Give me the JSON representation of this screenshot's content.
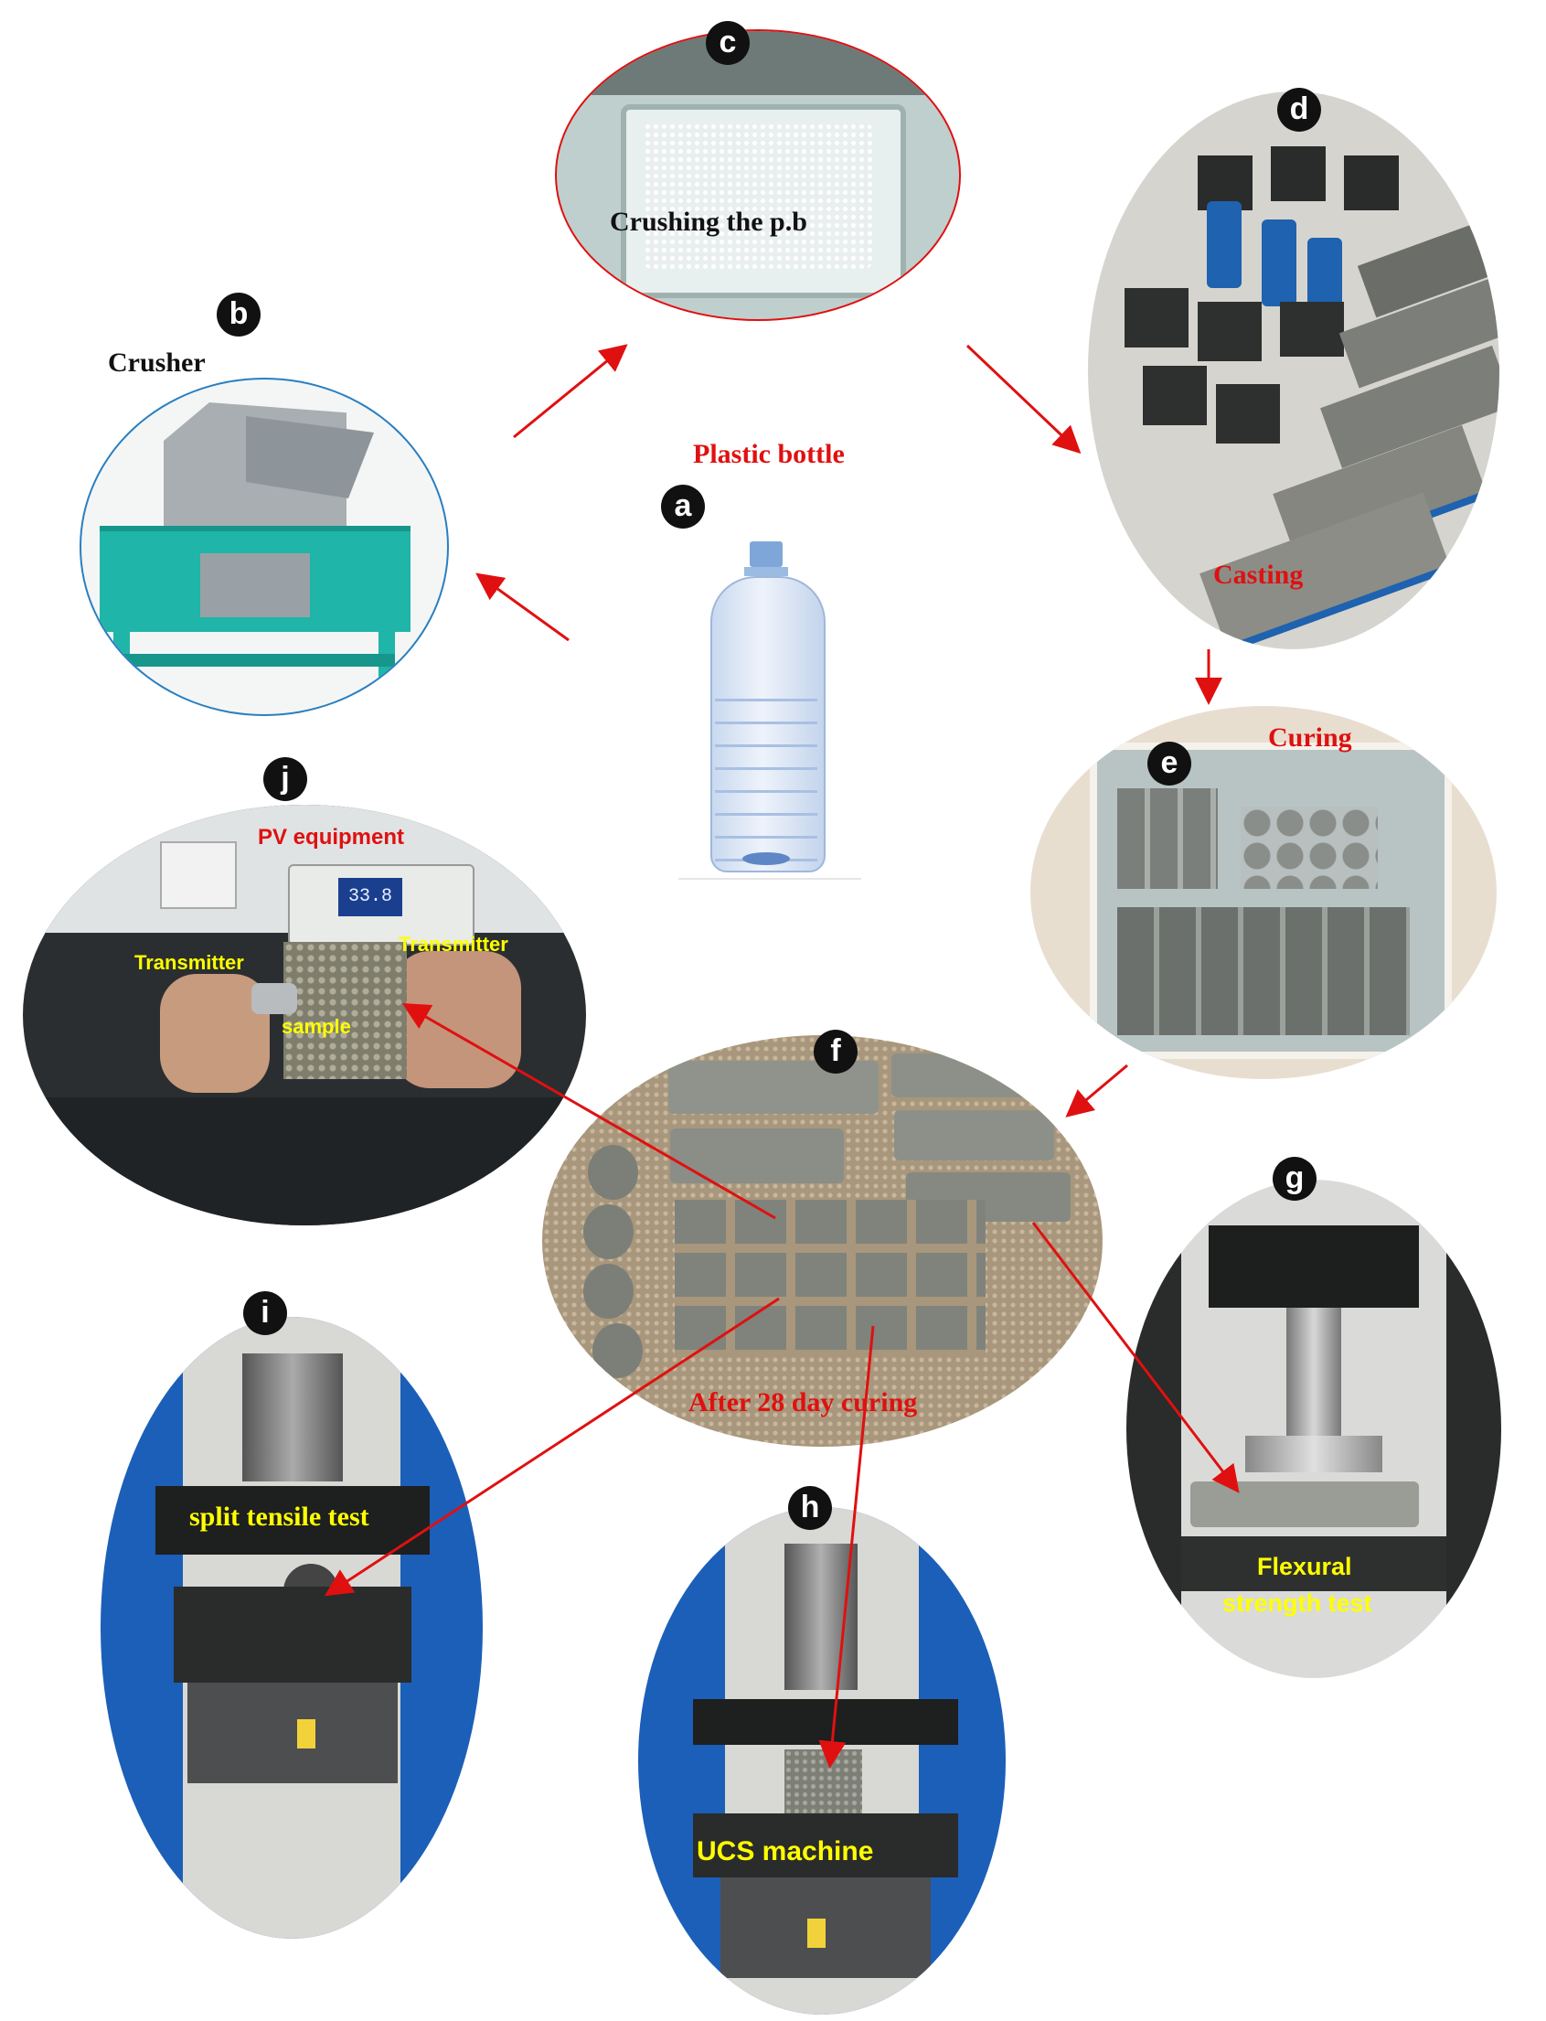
{
  "steps": {
    "a": {
      "badge": "a",
      "label": "Plastic bottle"
    },
    "b": {
      "badge": "b",
      "label": "Crusher"
    },
    "c": {
      "badge": "c",
      "label": "Crushing the p.b"
    },
    "d": {
      "badge": "d",
      "label": "Casting"
    },
    "e": {
      "badge": "e",
      "label": "Curing"
    },
    "f": {
      "badge": "f",
      "label": "After 28 day curing"
    },
    "g": {
      "badge": "g",
      "label": "Flexural strength  test",
      "label_line1": "Flexural",
      "label_line2": "strength  test"
    },
    "h": {
      "badge": "h",
      "label": "UCS machine"
    },
    "i": {
      "badge": "i",
      "label": "split tensile test"
    },
    "j": {
      "badge": "j",
      "label": "PV equipment",
      "transmitter_left": "Transmitter",
      "transmitter_right": "Transmitter",
      "sample": "sample",
      "display_value": "33.8"
    }
  },
  "colors": {
    "arrow": "#e01010",
    "label_red": "#e01010",
    "label_yellow": "#ffff00",
    "crusher_teal": "#1fb5a8",
    "machine_blue": "#1b5fb8",
    "concrete": "#8a8d84"
  }
}
